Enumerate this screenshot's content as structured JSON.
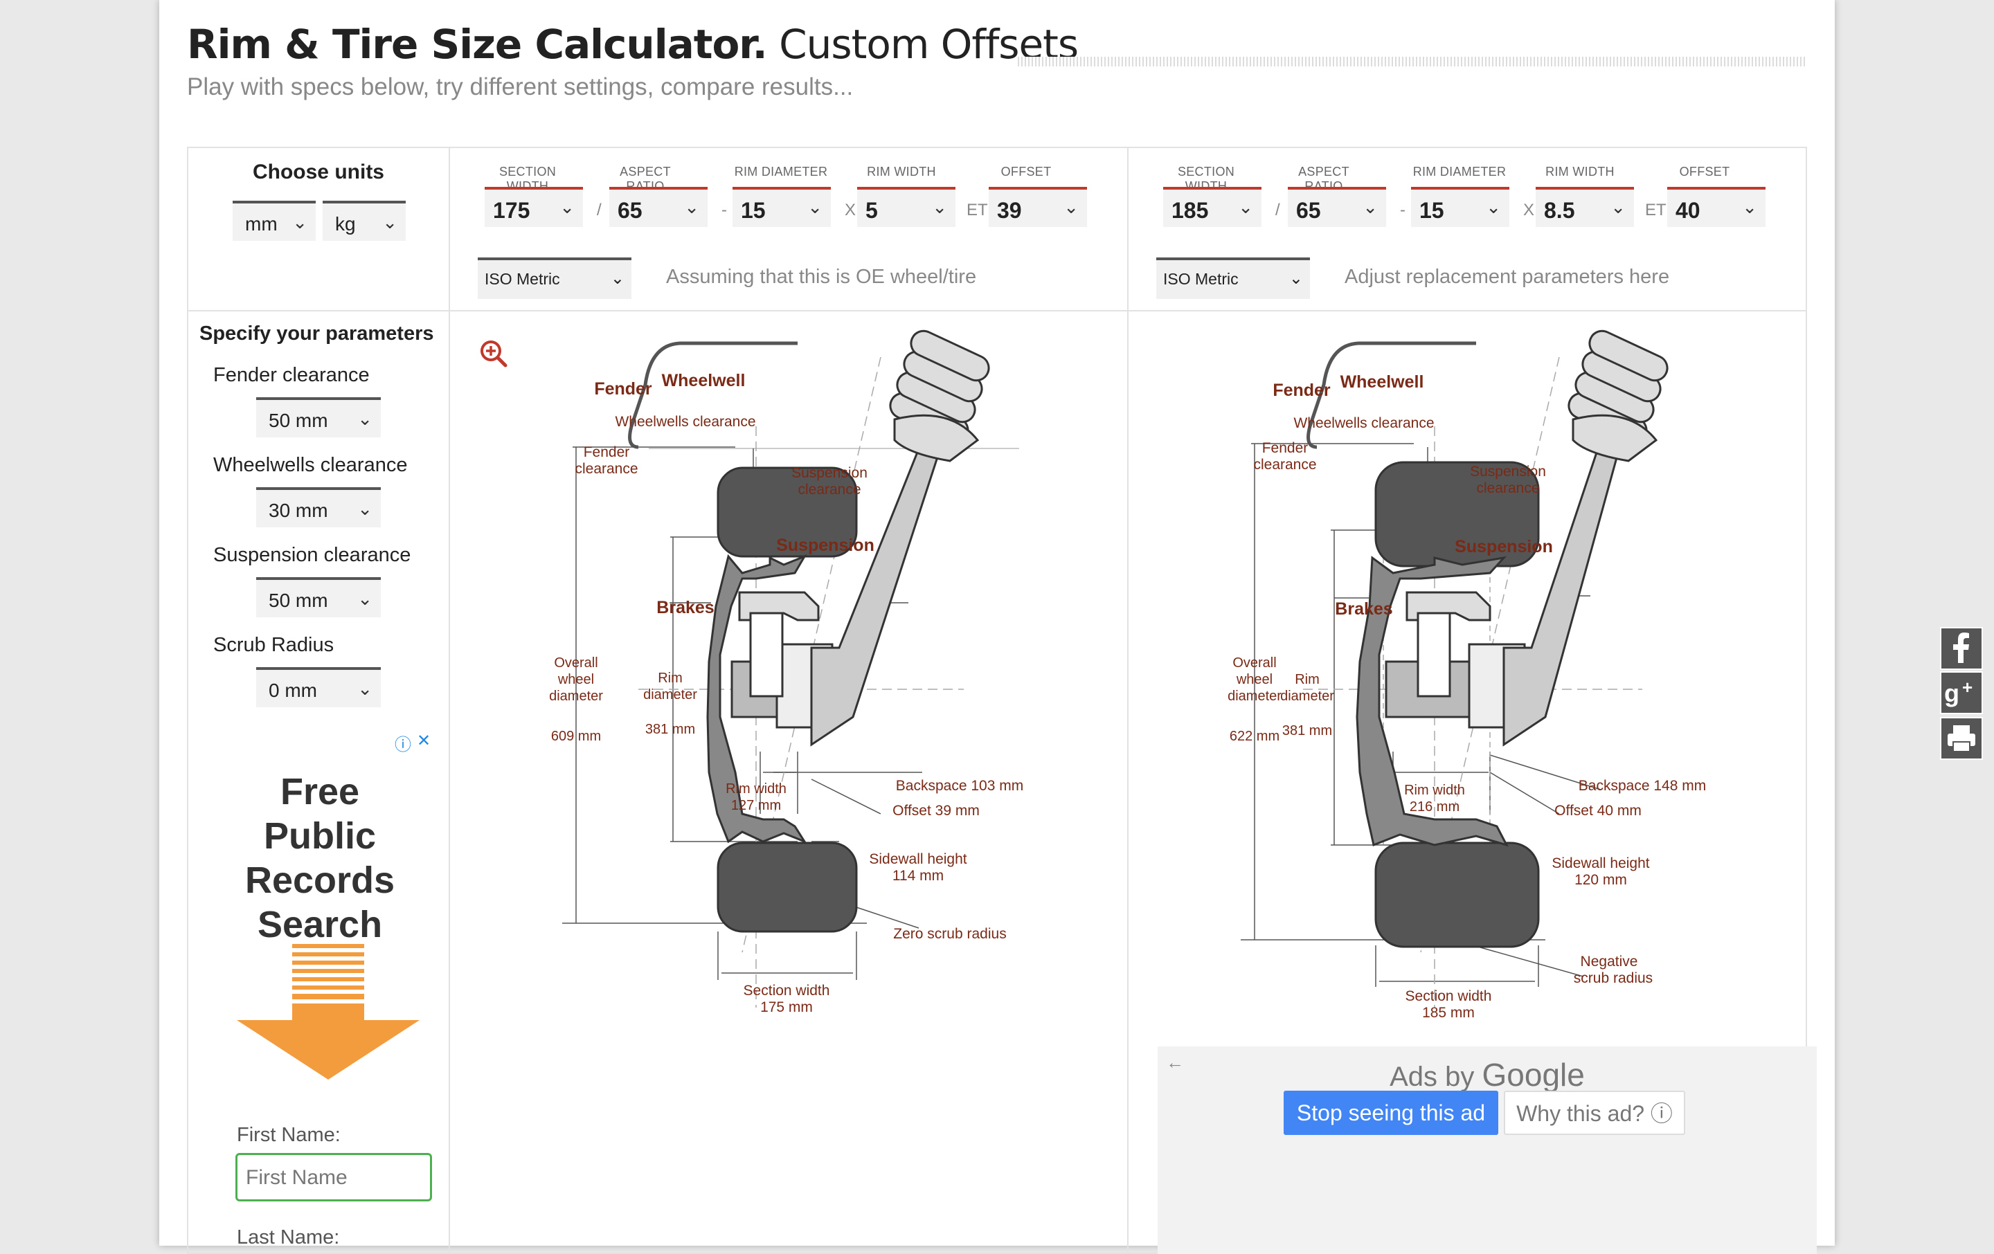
{
  "header": {
    "title_bold": "Rim & Tire Size Calculator.",
    "title_rest": "Custom Offsets",
    "subtitle": "Play with specs below, try different settings, compare results..."
  },
  "units": {
    "title": "Choose units",
    "length": "mm",
    "weight": "kg"
  },
  "params": {
    "title": "Specify your parameters",
    "fender_label": "Fender clearance",
    "fender_value": "50 mm",
    "wheelwells_label": "Wheelwells clearance",
    "wheelwells_value": "30 mm",
    "suspension_label": "Suspension clearance",
    "suspension_value": "50 mm",
    "scrub_label": "Scrub Radius",
    "scrub_value": "0 mm"
  },
  "spec_labels": {
    "section_width": "SECTION WIDTH",
    "aspect_ratio": "ASPECT RATIO",
    "rim_diameter": "RIM DIAMETER",
    "rim_width": "RIM WIDTH",
    "offset": "OFFSET",
    "sep_slash": "/",
    "sep_dash": "-",
    "sep_x": "X",
    "sep_et": "ET"
  },
  "oe": {
    "section_width": "175",
    "aspect_ratio": "65",
    "rim_diameter": "15",
    "rim_width": "5",
    "offset": "39",
    "system": "ISO Metric",
    "hint": "Assuming that this is OE wheel/tire"
  },
  "rep": {
    "section_width": "185",
    "aspect_ratio": "65",
    "rim_diameter": "15",
    "rim_width": "8.5",
    "offset": "40",
    "system": "ISO Metric",
    "hint": "Adjust replacement parameters here"
  },
  "diagram_labels": {
    "fender": "Fender",
    "wheelwell": "Wheelwell",
    "wheelwells_clearance": "Wheelwells clearance",
    "fender_clearance_1": "Fender",
    "fender_clearance_2": "clearance",
    "suspension_clearance_1": "Suspension",
    "suspension_clearance_2": "clearance",
    "suspension": "Suspension",
    "brakes": "Brakes",
    "overall_1": "Overall",
    "overall_2": "wheel",
    "overall_3": "diameter",
    "rim_dia_1": "Rim",
    "rim_dia_2": "diameter",
    "rim_width": "Rim width",
    "sidewall": "Sidewall height",
    "section_width": "Section width"
  },
  "diagram_oe": {
    "overall": "609 mm",
    "rim_diameter": "381 mm",
    "rim_width": "127 mm",
    "backspace": "Backspace 103 mm",
    "offset": "Offset 39 mm",
    "sidewall": "114 mm",
    "scrub_1": "Zero scrub radius",
    "scrub_2": "",
    "section": "175 mm"
  },
  "diagram_rep": {
    "overall": "622 mm",
    "rim_diameter": "381 mm",
    "rim_width": "216 mm",
    "backspace": "Backspace 148 mm",
    "offset": "Offset 40 mm",
    "sidewall": "120 mm",
    "scrub_1": "Negative",
    "scrub_2": "scrub radius",
    "section": "185 mm"
  },
  "ad": {
    "headline_1": "Free Public",
    "headline_2": "Records",
    "headline_3": "Search",
    "first_name_label": "First Name:",
    "first_name_placeholder": "First Name",
    "last_name_label": "Last Name:"
  },
  "google_ad": {
    "ads_by": "Ads by",
    "google": "Google",
    "stop": "Stop seeing this ad",
    "why": "Why this ad? ⓘ"
  },
  "colors": {
    "accent": "#c0392b",
    "diagram_text": "#7a2a16",
    "tire": "#555555"
  }
}
